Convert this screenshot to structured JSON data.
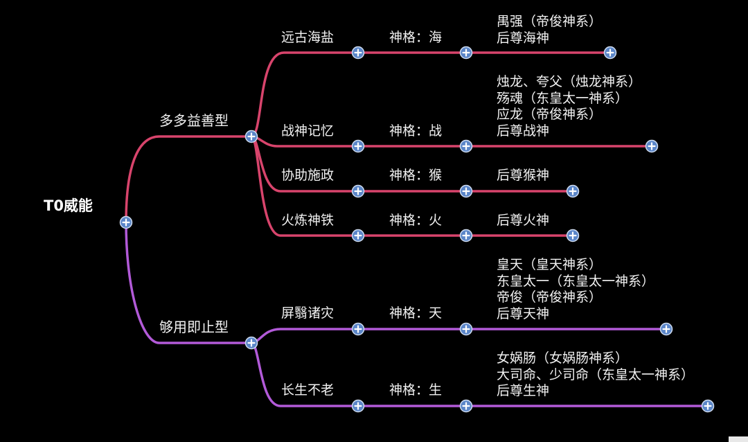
{
  "root": {
    "label": "T0威能"
  },
  "categories": [
    {
      "label": "多多益善型",
      "items": [
        {
          "label": "远古海盐",
          "deity": "神格：海",
          "gods": [
            "禺强（帝俊神系）",
            "后尊海神"
          ]
        },
        {
          "label": "战神记忆",
          "deity": "神格：战",
          "gods": [
            "烛龙、夸父（烛龙神系）",
            "殇魂（东皇太一神系）",
            "应龙（帝俊神系）",
            "后尊战神"
          ]
        },
        {
          "label": "协助施政",
          "deity": "神格：猴",
          "gods": [
            "后尊猴神"
          ]
        },
        {
          "label": "火炼神铁",
          "deity": "神格：火",
          "gods": [
            "后尊火神"
          ]
        }
      ]
    },
    {
      "label": "够用即止型",
      "items": [
        {
          "label": "屏翳诸灾",
          "deity": "神格：天",
          "gods": [
            "皇天（皇天神系）",
            "东皇太一（东皇太一神系）",
            "帝俊（帝俊神系）",
            "后尊天神"
          ]
        },
        {
          "label": "长生不老",
          "deity": "神格：生",
          "gods": [
            "女娲肠（女娲肠神系）",
            "大司命、少司命（东皇太一神系）",
            "后尊生神"
          ]
        }
      ]
    }
  ],
  "colors": {
    "background": "#000000",
    "branch_red": "#d8446c",
    "branch_purple": "#b25ad8",
    "root_line": "#a04fc4",
    "node_fill": "#5b86c8",
    "node_plus": "#ffffff",
    "text": "#f2f2f2"
  },
  "icons": {
    "expand_node": "plus-circle-icon"
  }
}
